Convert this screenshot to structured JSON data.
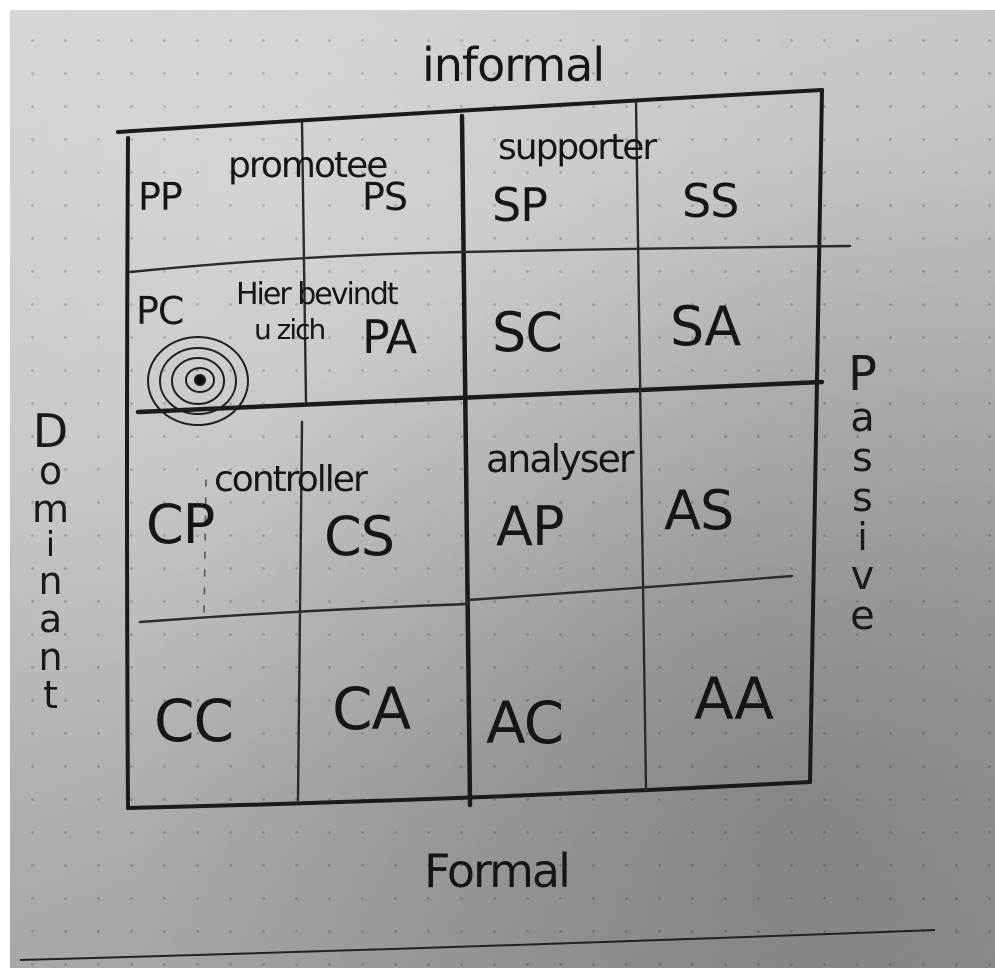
{
  "labels": {
    "top": "informal",
    "bottom": "Formal",
    "left": "Dominant",
    "right": "Passive"
  },
  "quadrants": {
    "promoter": "promotee",
    "supporter": "supporter",
    "controller": "controller",
    "analyser": "analyser"
  },
  "cells": {
    "pp": "PP",
    "ps": "PS",
    "sp": "SP",
    "ss": "SS",
    "pc": "PC",
    "pa": "PA",
    "sc": "SC",
    "sa": "SA",
    "cp": "CP",
    "cs": "CS",
    "ap": "AP",
    "as": "AS",
    "cc": "CC",
    "ca": "CA",
    "ac": "AC",
    "aa": "AA"
  },
  "note": {
    "line1": "Hier bevindt",
    "line2": "u zich"
  },
  "marker": "you-are-here-target"
}
